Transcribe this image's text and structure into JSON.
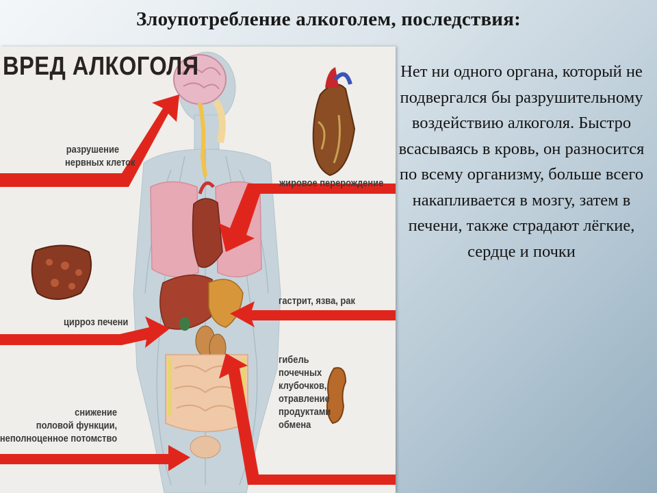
{
  "slide": {
    "title": "Злоупотребление алкоголем, последствия:",
    "body": "Нет ни одного органа, который не подвергался бы разрушительному воздействию алкоголя. Быстро всасываясь в кровь, он разносится по всему организму, больше всего накапливается в мозгу, затем в печени, также страдают лёгкие, сердце и почки"
  },
  "poster": {
    "title": "ВРЕД АЛКОГОЛЯ",
    "labels": {
      "nerve_line1": "разрушение",
      "nerve_line2": "нервных клеток",
      "heart": "жировое перерождение",
      "liver": "цирроз печени",
      "stomach": "гастрит, язва, рак",
      "kidney": [
        "гибель",
        "почечных",
        "клубочков,",
        "отравление",
        "продуктами",
        "обмена"
      ],
      "reproductive": [
        "снижение",
        "половой функции,",
        "неполноценное потомство"
      ]
    },
    "colors": {
      "arrow": "#e0261c",
      "brain": "#e9b8c6",
      "lungs": "#e7a9b4",
      "heart": "#9a3b2a",
      "liver": "#a8402e",
      "stomach": "#d8963a",
      "intestine": "#f0c9a8"
    }
  }
}
